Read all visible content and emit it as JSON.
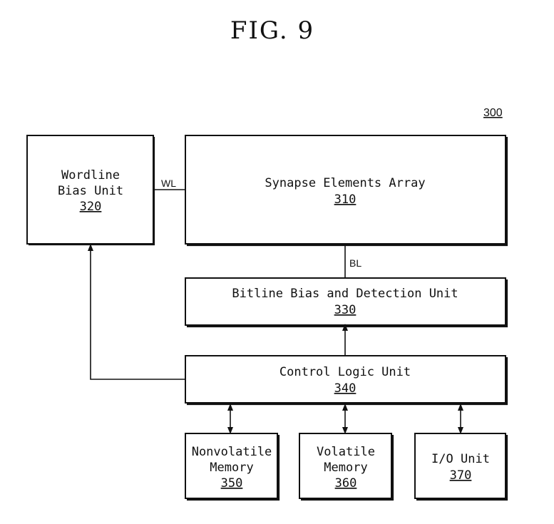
{
  "figure": {
    "title": "FIG. 9",
    "reference": "300"
  },
  "blocks": {
    "wordline": {
      "line1": "Wordline",
      "line2": "Bias Unit",
      "number": "320"
    },
    "synapse": {
      "line1": "Synapse Elements Array",
      "number": "310"
    },
    "bitline": {
      "line1": "Bitline Bias and Detection Unit",
      "number": "330"
    },
    "control": {
      "line1": "Control Logic Unit",
      "number": "340"
    },
    "nonvolatile": {
      "line1": "Nonvolatile",
      "line2": "Memory",
      "number": "350"
    },
    "volatile": {
      "line1": "Volatile",
      "line2": "Memory",
      "number": "360"
    },
    "io": {
      "line1": "I/O Unit",
      "number": "370"
    }
  },
  "signals": {
    "wl": "WL",
    "bl": "BL"
  }
}
